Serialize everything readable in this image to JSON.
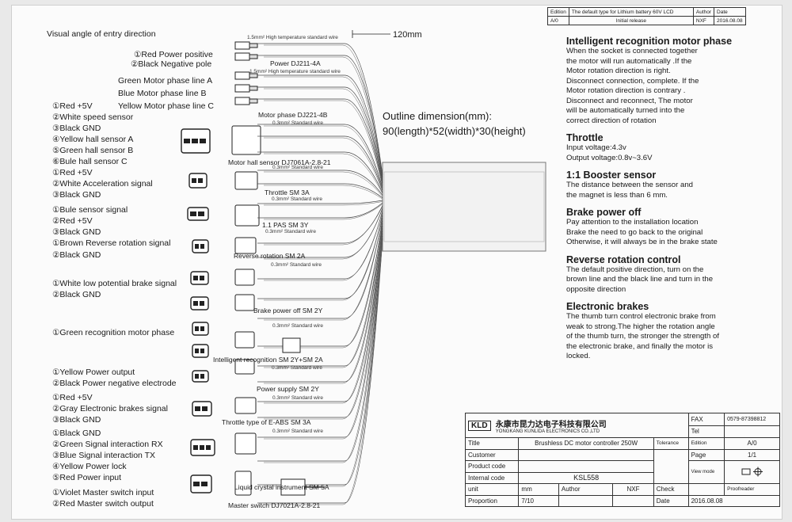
{
  "header": {
    "visual_angle": "Visual angle of entry direction",
    "dim_120": "120mm"
  },
  "revision_table": {
    "c1": "Edition",
    "c2": "The default type for Lithium battery 60V LCD",
    "c3": "Author",
    "c4": "Date",
    "r2c1": "A/0",
    "r2c2": "Initial release",
    "r2c3": "NXF",
    "r2c4": "2016.08.08"
  },
  "wire_labels": [
    "①Red  Power positive",
    "②Black  Negative pole",
    "Green Motor phase line A",
    "Blue  Motor phase line B",
    "①Red +5V",
    "Yellow  Motor phase line C",
    "②White speed sensor",
    "③Black GND",
    "④Yellow hall sensor A",
    "⑤Green hall sensor B",
    "⑥Bule hall sensor C",
    "①Red  +5V",
    "②White Acceleration signal",
    "③Black GND",
    "①Bule sensor signal",
    "②Red +5V",
    "③Black GND",
    "①Brown  Reverse rotation signal",
    "②Black GND",
    "①White  low potential brake signal",
    "②Black GND",
    "①Green  recognition motor phase",
    "①Yellow  Power output",
    "②Black Power negative electrode",
    "①Red  +5V",
    "②Gray  Electronic brakes signal",
    "③Black GND",
    "①Black GND",
    "②Green Signal interaction RX",
    "③Blue  Signal interaction TX",
    "④Yellow Power lock",
    "⑤Red Power input",
    "①Violet  Master switch input",
    "②Red Master switch output"
  ],
  "connector_labels": [
    "Power DJ211-4A",
    "Motor phase DJ221-4B",
    "Motor hall sensor DJ7061A-2.8-21",
    "Throttle SM 3A",
    "1.1 PAS SM 3Y",
    "Reverse rotation SM 2A",
    "Brake power off SM 2Y",
    "Intelligent recognition SM 2Y+SM 2A",
    "Power supply SM 2Y",
    "Throttle type of E-ABS SM 3A",
    "Liquid crystal instrument SM 5A",
    "Master switch DJ7021A-2.8-21"
  ],
  "wire_specs": [
    "1.5mm² High temperature standard wire",
    "1.5mm² High temperature standard wire",
    "0.3mm² Standard wire",
    "0.3mm² Standard wire",
    "0.3mm² Standard wire",
    "0.3mm² Standard wire",
    "0.3mm² Standard wire",
    "0.3mm² Standard wire",
    "0.3mm² Standard wire",
    "0.3mm² Standard wire",
    "0.3mm² Standard wire"
  ],
  "outline": {
    "title": "Outline dimension(mm):",
    "dims": "90(length)*52(width)*30(height)"
  },
  "notes": [
    {
      "heading": "Intelligent recognition motor phase",
      "lines": [
        "When the socket is connected together",
        "the motor will run automatically .If the",
        "Motor rotation direction is right.",
        "Disconnect connection, complete. If the",
        "Motor rotation direction  is contrary .",
        "Disconnect and reconnect, The motor",
        "will be automatically turned into the",
        "correct direction of rotation"
      ]
    },
    {
      "heading": "Throttle",
      "lines": [
        "Input voltage:4.3v",
        "Output voltage:0.8v~3.6V"
      ]
    },
    {
      "heading": "1:1 Booster sensor",
      "lines": [
        "The distance between the sensor and",
        " the magnet is less than 6 mm."
      ]
    },
    {
      "heading": "Brake power off",
      "lines": [
        "Pay attention to the installation location",
        "Brake the need to go back to the original",
        "Otherwise, it will always be in the brake state"
      ]
    },
    {
      "heading": "Reverse rotation control",
      "lines": [
        "The default positive direction, turn on the",
        "brown line and the black line and turn in the",
        "opposite direction"
      ]
    },
    {
      "heading": "Electronic brakes",
      "lines": [
        "The thumb turn control electronic brake from",
        "weak to strong.The higher the rotation angle",
        "of the thumb turn, the stronger the strength of",
        "the electronic brake, and finally the motor is",
        "locked."
      ]
    }
  ],
  "title_block": {
    "logo": "KLD",
    "company_cn": "永康市昆力达电子科技有限公司",
    "company_en": "YONGKANG KUNLIDA ELECTRONICS CO.,LTD",
    "fax_label": "FAX",
    "fax_value": "0579-87398812",
    "tel_label": "Tel",
    "title_label": "Title",
    "title_value": "Brushless DC motor controller 250W",
    "tolerance_label": "Tolerance",
    "edition_label": "Edition",
    "edition_value": "A/0",
    "customer_label": "Customer",
    "page_label": "Page",
    "page_value": "1/1",
    "product_code_label": "Product code",
    "internal_code_label": "Internal code",
    "internal_code_value": "KSL558",
    "view_mode_label": "View mode",
    "unit_label": "unit",
    "unit_value": "mm",
    "author_label": "Author",
    "author_value": "NXF",
    "check_label": "Check",
    "proof_label": "Proofreader",
    "proportion_label": "Proportion",
    "proportion_value": "7/10",
    "date_label": "Date",
    "date_value": "2016.08.08"
  }
}
